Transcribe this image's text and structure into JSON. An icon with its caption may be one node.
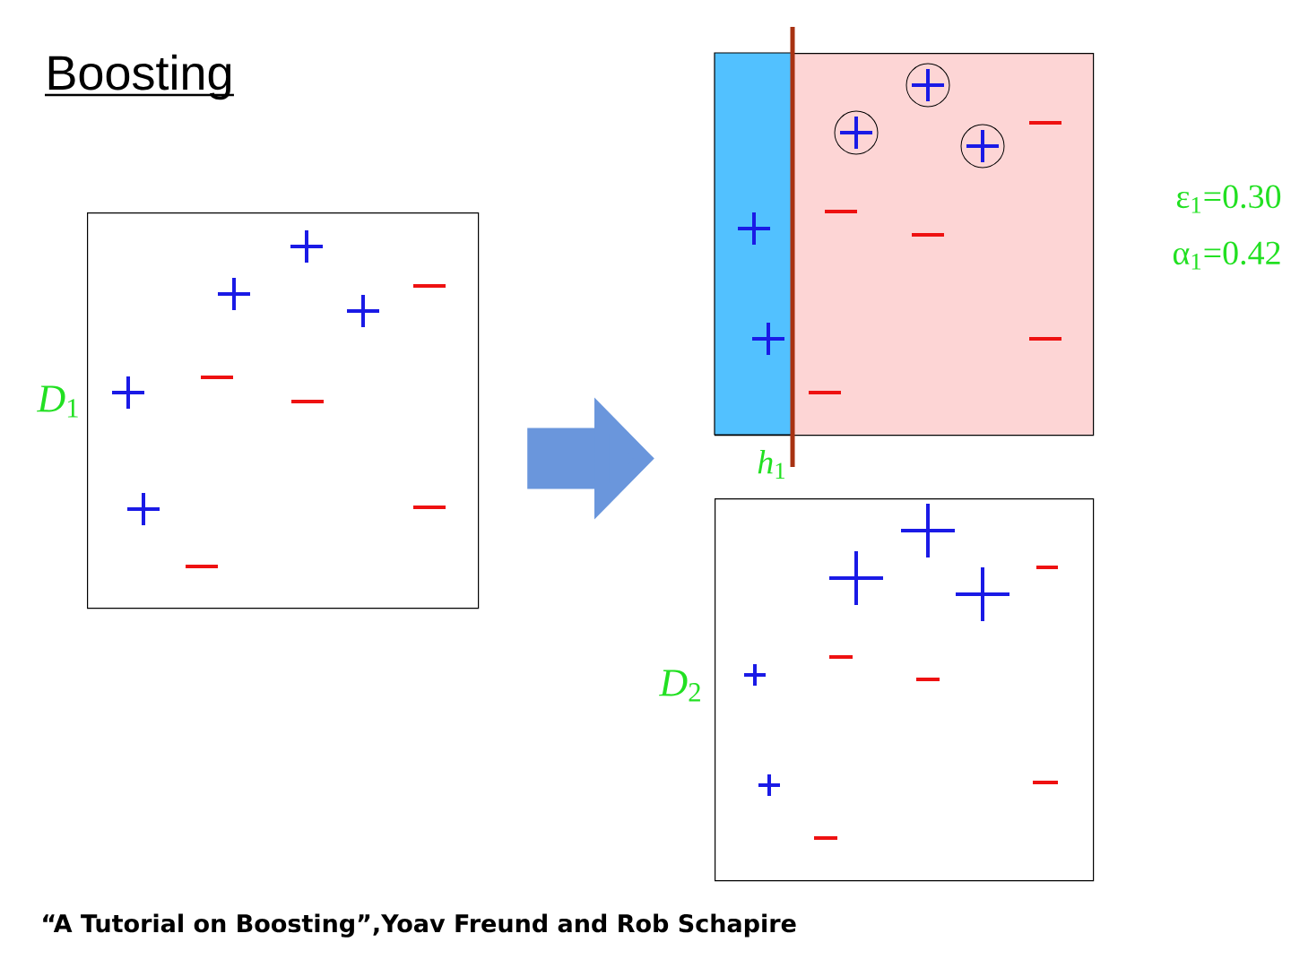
{
  "diagram": {
    "title": "Boosting",
    "caption": "“A Tutorial on Boosting”,Yoav Freund and Rob Schapire",
    "nodes": [
      {
        "text": [],
        "shape": "box",
        "beside": [
          "*D*$_{1}$"
        ]
      },
      {
        "text": [],
        "shape": "box",
        "beside": [
          "ε$_{1}$=0.30",
          "α$_{1}$=0.42",
          "*h*$_{1}$"
        ]
      },
      {
        "text": [],
        "shape": "box",
        "beside": [
          "*D*$_{2}$"
        ]
      }
    ],
    "edges": [
      {
        "from": 0,
        "to": 1,
        "arrow": "to"
      }
    ]
  }
}
